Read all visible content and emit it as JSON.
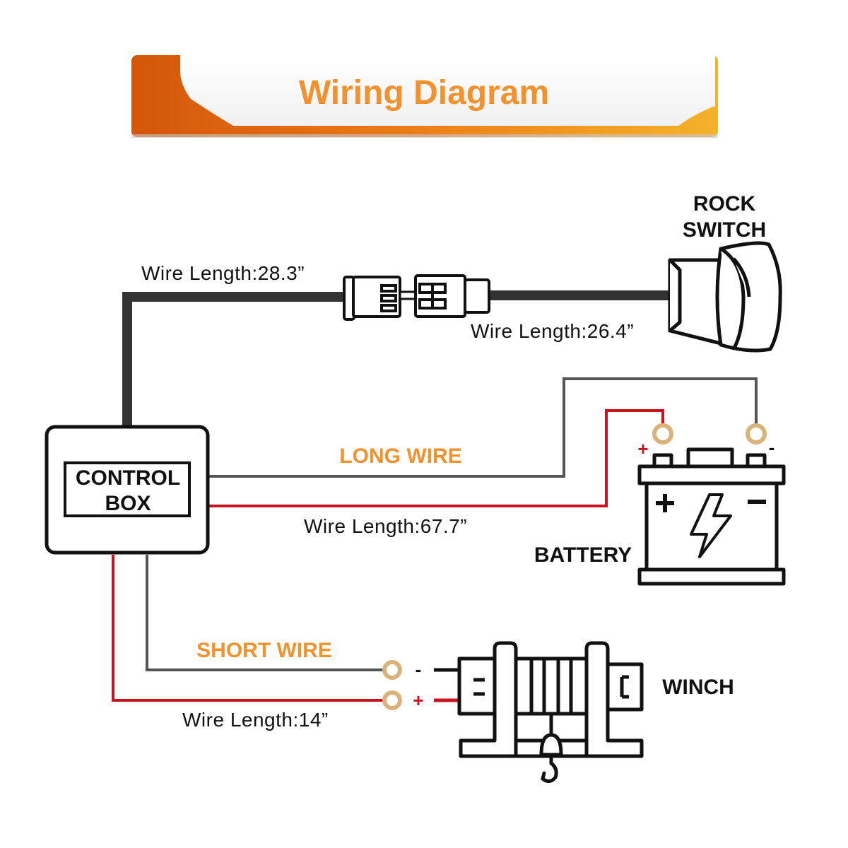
{
  "title": "Wiring Diagram",
  "components": {
    "rock_switch": [
      "ROCK",
      "SWITCH"
    ],
    "control_box": [
      "CONTROL",
      "BOX"
    ],
    "battery": "BATTERY",
    "winch": "WINCH"
  },
  "wire_labels": {
    "switch_long": "Wire Length:28.3”",
    "switch_short": "Wire Length:26.4”",
    "long_wire": "LONG WIRE",
    "long_wire_length": "Wire Length:67.7”",
    "short_wire": "SHORT WIRE",
    "short_wire_length": "Wire Length:14”"
  },
  "polarity": {
    "positive": "+",
    "negative": "-"
  },
  "colors": {
    "accent_orange": "#f2922e",
    "banner_dark": "#d4560a",
    "banner_light": "#f5b22a",
    "wire_black": "#333333",
    "wire_gray": "#555555",
    "wire_red": "#c8141e",
    "terminal": "#d9b37a"
  },
  "icons": [
    "lightning-bolt-icon",
    "plus-icon",
    "minus-icon",
    "hook-icon"
  ]
}
